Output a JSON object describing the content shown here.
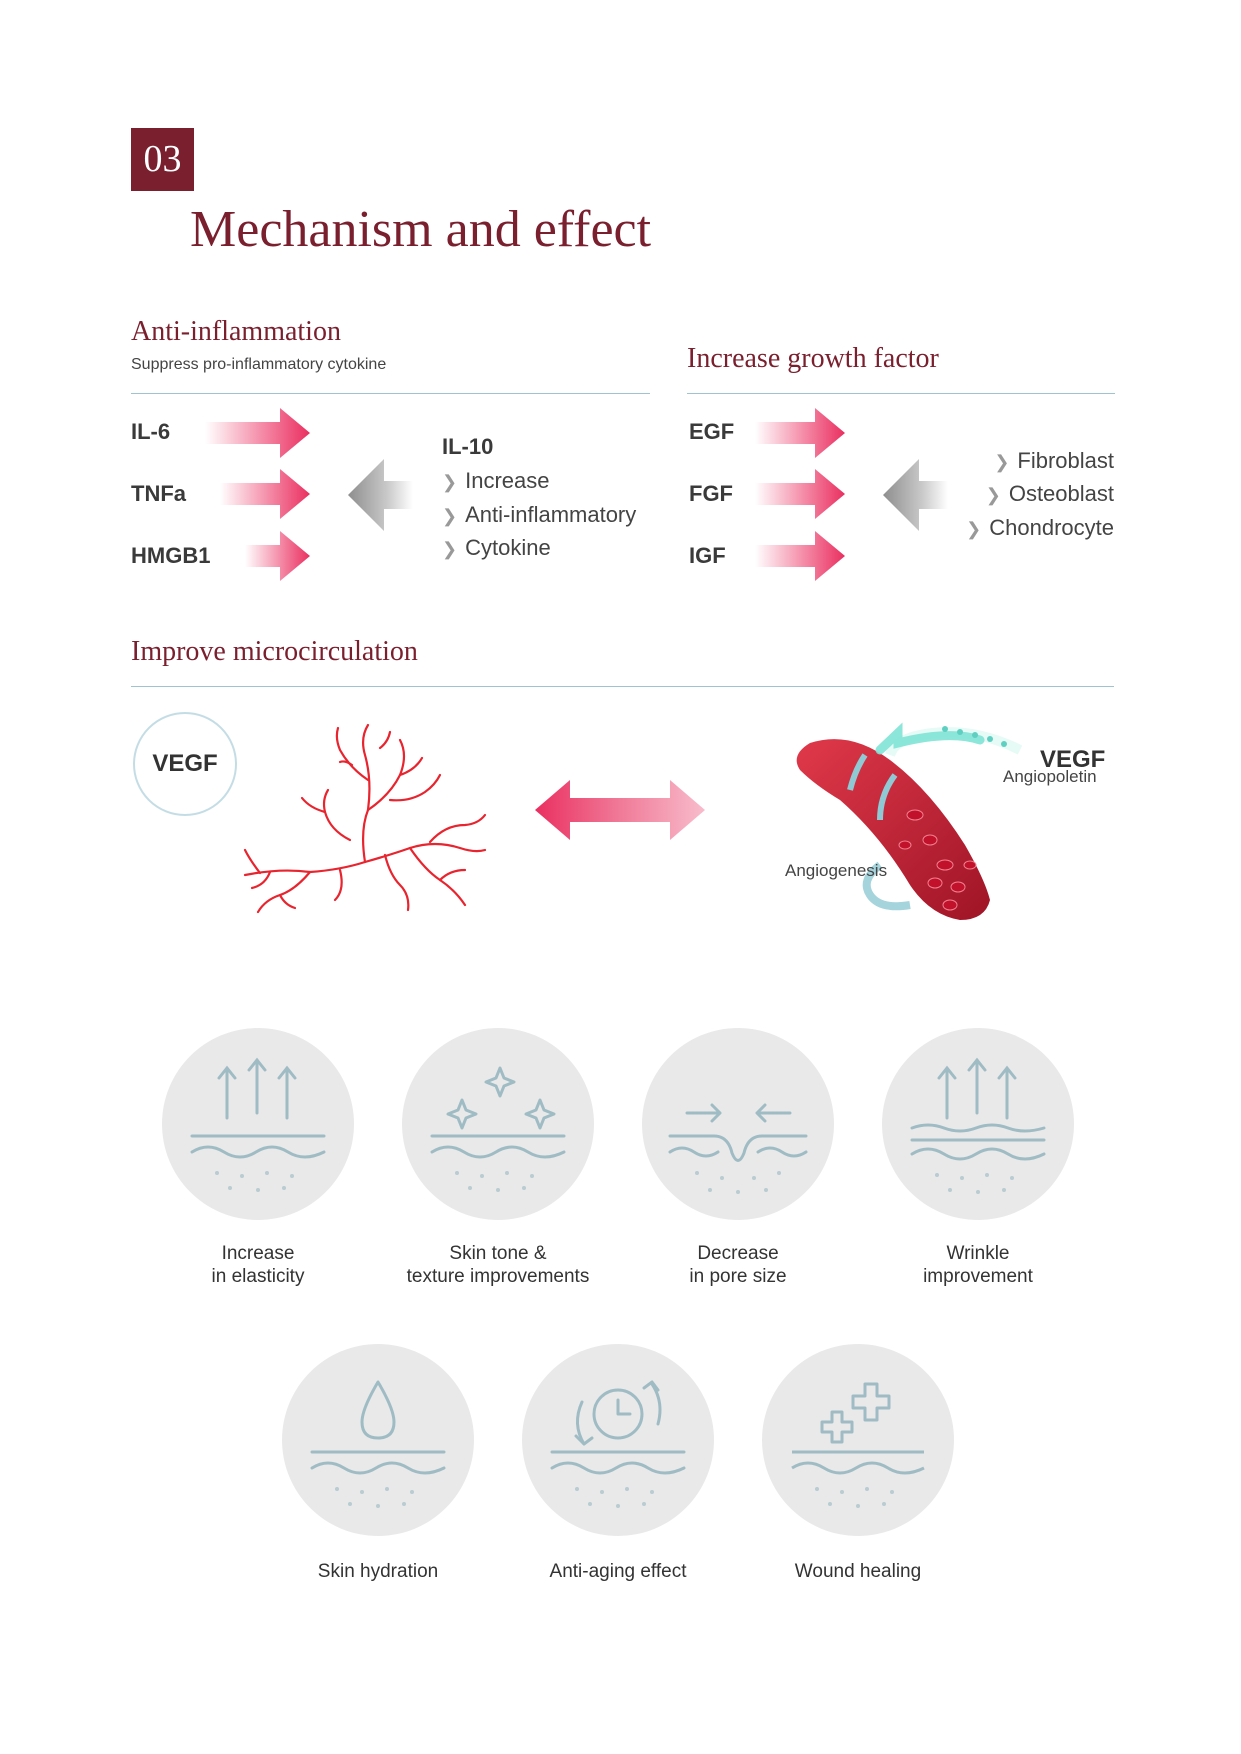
{
  "header": {
    "number": "03",
    "title": "Mechanism and effect"
  },
  "anti_inflammation": {
    "title": "Anti-inflammation",
    "subtitle": "Suppress pro-inflammatory cytokine",
    "factors": [
      "IL-6",
      "TNFa",
      "HMGB1"
    ],
    "result_title": "IL-10",
    "result_items": [
      "Increase",
      "Anti-inflammatory",
      "Cytokine"
    ]
  },
  "growth_factor": {
    "title": "Increase growth factor",
    "factors": [
      "EGF",
      "FGF",
      "IGF"
    ],
    "cells": [
      "Fibroblast",
      "Osteoblast",
      "Chondrocyte"
    ]
  },
  "microcirculation": {
    "title": "Improve microcirculation",
    "vegf_circle": "VEGF",
    "vessel_label_title": "VEGF",
    "vessel_label_sub": "Angiopoletin",
    "angiogenesis_label": "Angiogenesis"
  },
  "effects": [
    {
      "line1": "Increase",
      "line2": "in elasticity",
      "icon": "arrows-up-skin-icon"
    },
    {
      "line1": "Skin tone &",
      "line2": "texture improvements",
      "icon": "sparkle-skin-icon"
    },
    {
      "line1": "Decrease",
      "line2": "in pore size",
      "icon": "pore-shrink-icon"
    },
    {
      "line1": "Wrinkle",
      "line2": "improvement",
      "icon": "arrows-up-wrinkle-icon"
    },
    {
      "line1": "Skin hydration",
      "icon": "water-drop-icon"
    },
    {
      "line1": "Anti-aging effect",
      "icon": "clock-cycle-icon"
    },
    {
      "line1": "Wound healing",
      "icon": "medical-cross-icon"
    }
  ],
  "colors": {
    "brand": "#7a1f2e",
    "accent_pink": "#ee3f6d",
    "rule": "#9fc3cf",
    "icon_bg": "#e9e9e9",
    "icon_stroke": "#9fbcc5"
  }
}
